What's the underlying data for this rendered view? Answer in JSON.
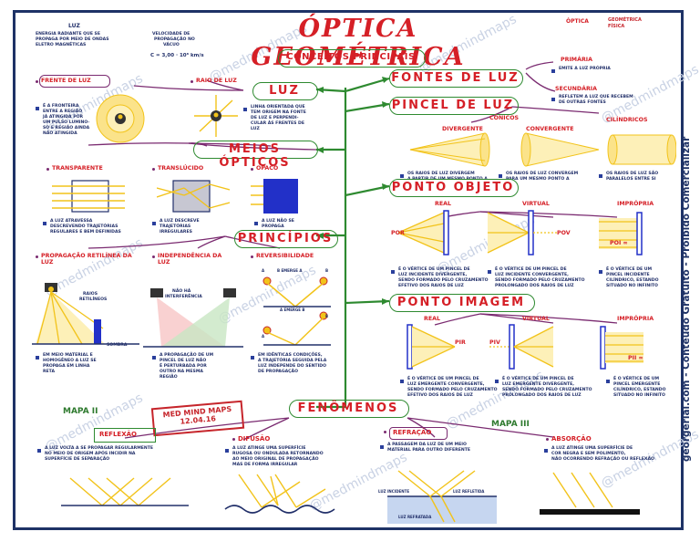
{
  "title": "ÓPTICA GEOMÉTRICA",
  "subtitle": "CONCEITOS PRINCIPAIS",
  "legend": {
    "optica": "ÓPTICA",
    "item1": "GEOMÉTRICA",
    "item2": "FÍSICA"
  },
  "intro": {
    "heading": "LUZ",
    "text1": "ENERGIA RADIANTE QUE SE",
    "text2": "PROPAGA POR MEIO DE ONDAS",
    "text3": "ELETRO MAGNÉTICAS",
    "speed1": "VELOCIDADE DE",
    "speed2": "PROPAGAÇÃO NO",
    "speed3": "VÁCUO",
    "speed_value": "C = 3,00 · 10⁸ km/s"
  },
  "luz": {
    "title": "LUZ",
    "frente_title": "FRENTE DE LUZ",
    "frente_text": [
      "É A FRONTEIRA",
      "ENTRE A REGIÃO",
      "JÁ ATINGIDA POR",
      "UM PULSO LUMINO-",
      "SO E REGIÃO AINDA",
      "NÃO ATINGIDA"
    ],
    "raio_title": "RAIO DE LUZ",
    "raio_text": [
      "LINHA ORIENTADA QUE",
      "TEM ORIGEM NA FONTE",
      "DE LUZ E PERPENDI-",
      "CULAR ÀS FRENTES DE",
      "LUZ"
    ]
  },
  "meios": {
    "title": "MEIOS ÓPTICOS",
    "items": [
      {
        "name": "TRANSPARENTE",
        "text": [
          "A LUZ ATRAVESSA",
          "DESCREVENDO TRAJETÓRIAS",
          "REGULARES E BEM DEFINIDAS"
        ]
      },
      {
        "name": "TRANSLÚCIDO",
        "text": [
          "A LUZ DESCREVE",
          "TRAJETÓRIAS",
          "IRREGULARES"
        ]
      },
      {
        "name": "OPACO",
        "text": [
          "A LUZ NÃO SE",
          "PROPAGA"
        ]
      }
    ]
  },
  "principios": {
    "title": "PRINCÍPIOS",
    "items": [
      {
        "name": "PROPAGAÇÃO RETILÍNEA DA LUZ",
        "text": [
          "EM MEIO MATERIAL E",
          "HOMOGÊNEO A LUZ SE",
          "PROPAGA EM LINHA",
          "RETA"
        ]
      },
      {
        "name": "INDEPENDÊNCIA DA LUZ",
        "text": [
          "A PROPAGAÇÃO DE UM",
          "PINCEL DE LUZ NÃO",
          "É PERTURBADA POR",
          "OUTRO NA MESMA",
          "REGIÃO"
        ]
      },
      {
        "name": "REVERSIBILIDADE",
        "text": [
          "EM IDÊNTICAS CONDIÇÕES,",
          "A TRAJETÓRIA SEGUIDA PELA",
          "LUZ INDEPENDE DO SENTIDO",
          "DE PROPAGAÇÃO"
        ]
      }
    ],
    "labels": {
      "raios": "RAIOS",
      "retilineos": "RETILÍNEOS",
      "sombra": "SOMBRA",
      "nao_ha": "NÃO HÁ",
      "interferencia": "INTERFERÊNCIA",
      "a": "A",
      "b": "B",
      "b_emerge": "B EMERGE A",
      "a_emerge": "A EMERGE B"
    }
  },
  "fontes": {
    "title": "FONTES DE LUZ",
    "primaria": "PRIMÁRIA",
    "primaria_text": "EMITE A LUZ PRÓPRIA",
    "secundaria": "SECUNDÁRIA",
    "secundaria_text1": "REFLETEM A LUZ QUE RECEBEM",
    "secundaria_text2": "DE OUTRAS FONTES"
  },
  "pincel": {
    "title": "PINCEL DE LUZ",
    "conicos": "CÔNICOS",
    "divergente": "DIVERGENTE",
    "convergente": "CONVERGENTE",
    "cilindricos": "CILÍNDRICOS",
    "div_text": [
      "OS RAIOS DE LUZ DIVERGEM",
      "A PARTIR DE UM MESMO PONTO A"
    ],
    "conv_text": [
      "OS RAIOS DE LUZ CONVERGEM",
      "PARA UM MESMO PONTO A"
    ],
    "cil_text": [
      "OS RAIOS DE LUZ SÃO",
      "PARALELOS ENTRE SI"
    ]
  },
  "objeto": {
    "title": "PONTO OBJETO",
    "real": "REAL",
    "virtual": "VIRTUAL",
    "impropria": "IMPRÓPRIA",
    "por": "POR",
    "pov": "POV",
    "poi": "POI ∞",
    "real_text": [
      "É O VÉRTICE DE UM PINCEL DE",
      "LUZ INCIDENTE DIVERGENTE,",
      "SENDO FORMADO PELO CRUZAMENTO",
      "EFETIVO DOS RAIOS DE LUZ"
    ],
    "virtual_text": [
      "É O VÉRTICE DE UM PINCEL DE",
      "LUZ INCIDENTE CONVERGENTE,",
      "SENDO FORMADO PELO CRUZAMENTO",
      "PROLONGADO DOS RAIOS DE LUZ"
    ],
    "impr_text": [
      "É O VÉRTICE DE UM",
      "PINCEL INCIDENTE",
      "CILÍNDRICO, ESTANDO",
      "SITUADO NO INFINITO"
    ]
  },
  "imagem": {
    "title": "PONTO IMAGEM",
    "real": "REAL",
    "virtual": "VIRTUAL",
    "impropria": "IMPRÓPRIA",
    "pir": "PIR",
    "piv": "PIV",
    "pii": "PII ∞",
    "real_text": [
      "É O VÉRTICE DE UM PINCEL DE",
      "LUZ EMERGENTE CONVERGENTE,",
      "SENDO FORMADO PELO CRUZAMENTO",
      "EFETIVO DOS RAIOS DE LUZ"
    ],
    "virtual_text": [
      "É O VÉRTICE DE UM PINCEL DE",
      "LUZ EMERGENTE DIVERGENTE,",
      "SENDO FORMADO PELO CRUZAMENTO",
      "PROLONGADO DOS RAIOS DE LUZ"
    ],
    "impr_text": [
      "É O VÉRTICE DE UM",
      "PINCEL EMERGENTE",
      "CILÍNDRICO, ESTANDO",
      "SITUADO NO INFINITO"
    ]
  },
  "stamp": {
    "line1": "MED MIND MAPS",
    "line2": "12.04.16"
  },
  "mapa2": "MAPA II",
  "mapa3": "MAPA III",
  "fenomenos": {
    "title": "FENÔMENOS",
    "reflexao": "REFLEXÃO",
    "reflexao_text": [
      "A LUZ VOLTA A SE PROPAGAR REGULARMENTE",
      "NO MEIO DE ORIGEM APÓS INCIDIR NA",
      "SUPERFÍCIE DE SEPARAÇÃO"
    ],
    "difusao": "DIFUSÃO",
    "difusao_text": [
      "A LUZ ATINGE UMA SUPERFÍCIE",
      "RUGOSA OU ONDULADA RETORNANDO",
      "AO MEIO ORIGINAL DE PROPAGAÇÃO",
      "MAS DE FORMA IRREGULAR"
    ],
    "refracao": "REFRAÇÃO",
    "refracao_text": [
      "A PASSAGEM DA LUZ DE UM MEIO",
      "MATERIAL PARA OUTRO DIFERENTE"
    ],
    "refr_labels": {
      "incidente": "LUZ INCIDENTE",
      "refletida": "LUZ REFLETIDA",
      "refratada": "LUZ REFRATADA"
    },
    "absorcao": "ABSORÇÃO",
    "absorcao_text": [
      "A LUZ ATINGE UMA SUPERFÍCIE DE",
      "COR NEGRA E SEM POLIMENTO,",
      "NÃO OCORRENDO REFRAÇÃO OU REFLEXÃO"
    ]
  },
  "side_text": "georgerial.com - Conteúdo Gratuito - Proibido Comercializar",
  "watermark": "@medmindmaps",
  "colors": {
    "red": "#d51f26",
    "navy": "#22306a",
    "green": "#2e8a30",
    "yellow": "#f2c31a",
    "blue": "#2230c8",
    "purple": "#7a2a70"
  }
}
